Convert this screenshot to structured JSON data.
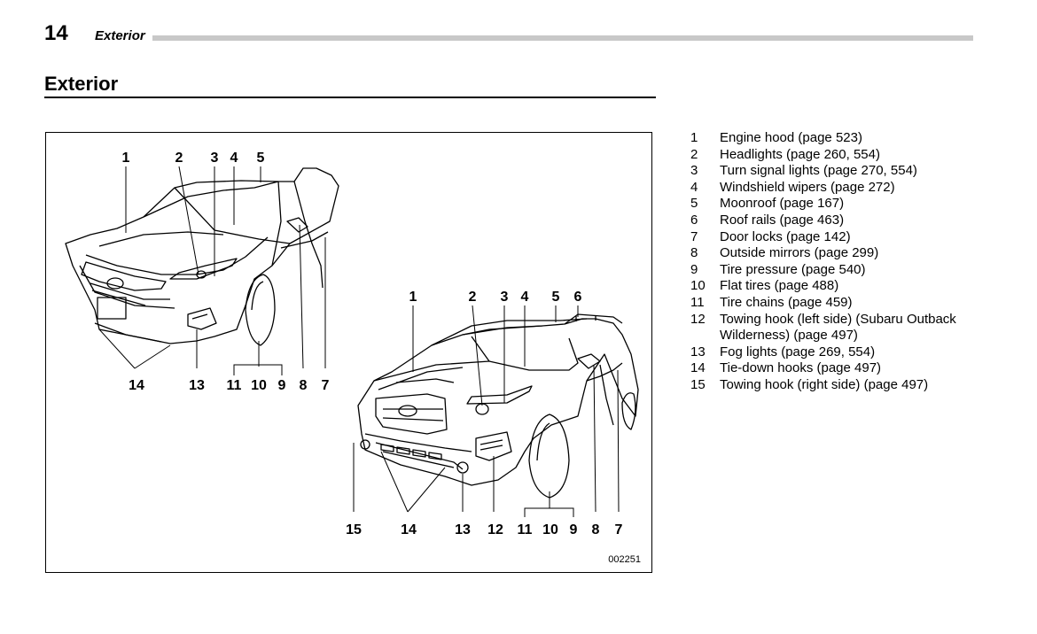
{
  "header": {
    "page_number": "14",
    "chapter": "Exterior"
  },
  "section_title": "Exterior",
  "figure": {
    "id": "002251",
    "car1_labels": {
      "top": [
        "1",
        "2",
        "3",
        "4",
        "5"
      ],
      "bottom": [
        "14",
        "13",
        "11",
        "10",
        "9",
        "8",
        "7"
      ]
    },
    "car2_labels": {
      "top": [
        "1",
        "2",
        "3",
        "4",
        "5",
        "6"
      ],
      "bottom": [
        "15",
        "14",
        "13",
        "12",
        "11",
        "10",
        "9",
        "8",
        "7"
      ]
    }
  },
  "legend": [
    {
      "num": "1",
      "text": "Engine hood (page 523)"
    },
    {
      "num": "2",
      "text": "Headlights (page 260, 554)"
    },
    {
      "num": "3",
      "text": "Turn signal lights (page 270, 554)"
    },
    {
      "num": "4",
      "text": "Windshield wipers (page 272)"
    },
    {
      "num": "5",
      "text": "Moonroof (page 167)"
    },
    {
      "num": "6",
      "text": "Roof rails (page 463)"
    },
    {
      "num": "7",
      "text": "Door locks (page 142)"
    },
    {
      "num": "8",
      "text": "Outside mirrors (page 299)"
    },
    {
      "num": "9",
      "text": "Tire pressure (page 540)"
    },
    {
      "num": "10",
      "text": "Flat tires (page 488)"
    },
    {
      "num": "11",
      "text": "Tire chains (page 459)"
    },
    {
      "num": "12",
      "text": "Towing hook (left side) (Subaru Outback Wilderness) (page 497)"
    },
    {
      "num": "13",
      "text": "Fog lights (page 269, 554)"
    },
    {
      "num": "14",
      "text": "Tie-down hooks (page 497)"
    },
    {
      "num": "15",
      "text": "Towing hook (right side) (page 497)"
    }
  ]
}
